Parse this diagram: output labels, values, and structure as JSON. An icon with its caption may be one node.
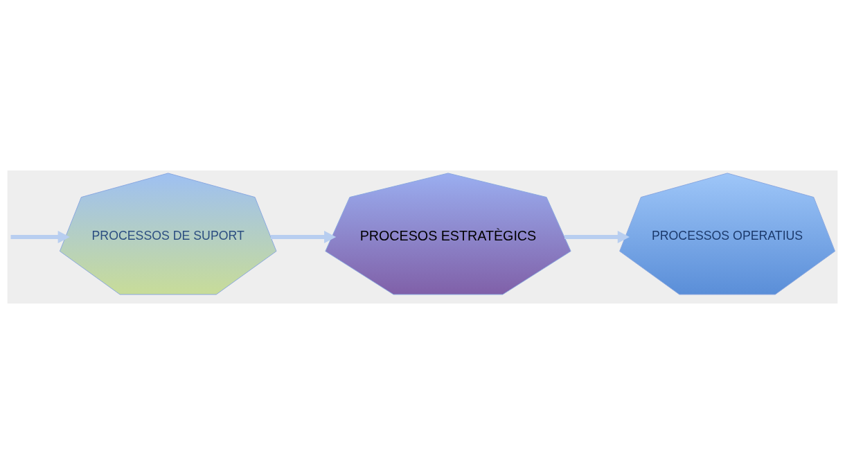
{
  "diagram": {
    "nodes": [
      {
        "text": [
          "PROCESOS ESTRATÈGICS"
        ]
      },
      {
        "text": [
          "PROCESSOS DE SUPORT"
        ]
      },
      {
        "text": [
          "PROCESSOS OPERATIUS"
        ]
      }
    ],
    "edges": [
      {
        "from": 1,
        "to": 0,
        "arrow": "to"
      },
      {
        "from": null,
        "to": 1,
        "arrow": "to"
      },
      {
        "from": 0,
        "to": 2,
        "arrow": "to"
      }
    ]
  }
}
